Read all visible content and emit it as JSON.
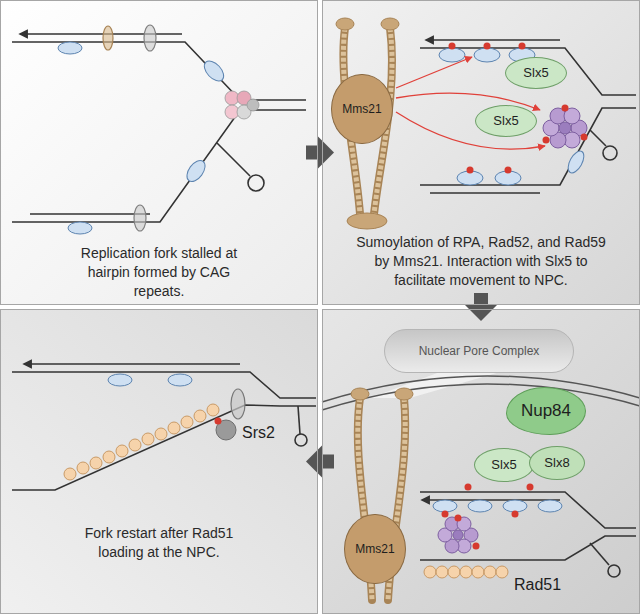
{
  "diagram": {
    "nodes": [
      {
        "text": [
          "Replication fork stalled at hairpin formed by CAG repeats."
        ]
      },
      {
        "text": [
          "Sumoylation of RPA, Rad52, and Rad59 by Mms21. Interaction with Slx5 to facilitate movement to NPC."
        ]
      },
      {
        "text": [
          "Slx5"
        ],
        "in": 1
      },
      {
        "text": [
          "Mms21"
        ],
        "in": 1
      },
      {
        "text": [
          "Slx5"
        ],
        "in": 1
      },
      {
        "text": [
          "Fork restart after Rad51 loading at the NPC."
        ]
      },
      {
        "text": []
      },
      {
        "text": [
          "Nuclear Pore Complex"
        ],
        "in": 6
      },
      {
        "text": [
          "Nup84"
        ],
        "in": 6
      },
      {
        "text": [
          "Slx5"
        ],
        "in": 6
      },
      {
        "text": [
          "Slx8"
        ],
        "in": 6
      },
      {
        "text": [
          "Mms21"
        ],
        "in": 6
      }
    ],
    "edges": [
      {
        "from": 0,
        "to": 1,
        "arrow": "to"
      },
      {
        "from": 1,
        "to": 6,
        "arrow": "to"
      },
      {
        "from": 6,
        "to": 5,
        "arrow": "to"
      }
    ],
    "labels": [
      "Srs2",
      "Rad51"
    ]
  }
}
